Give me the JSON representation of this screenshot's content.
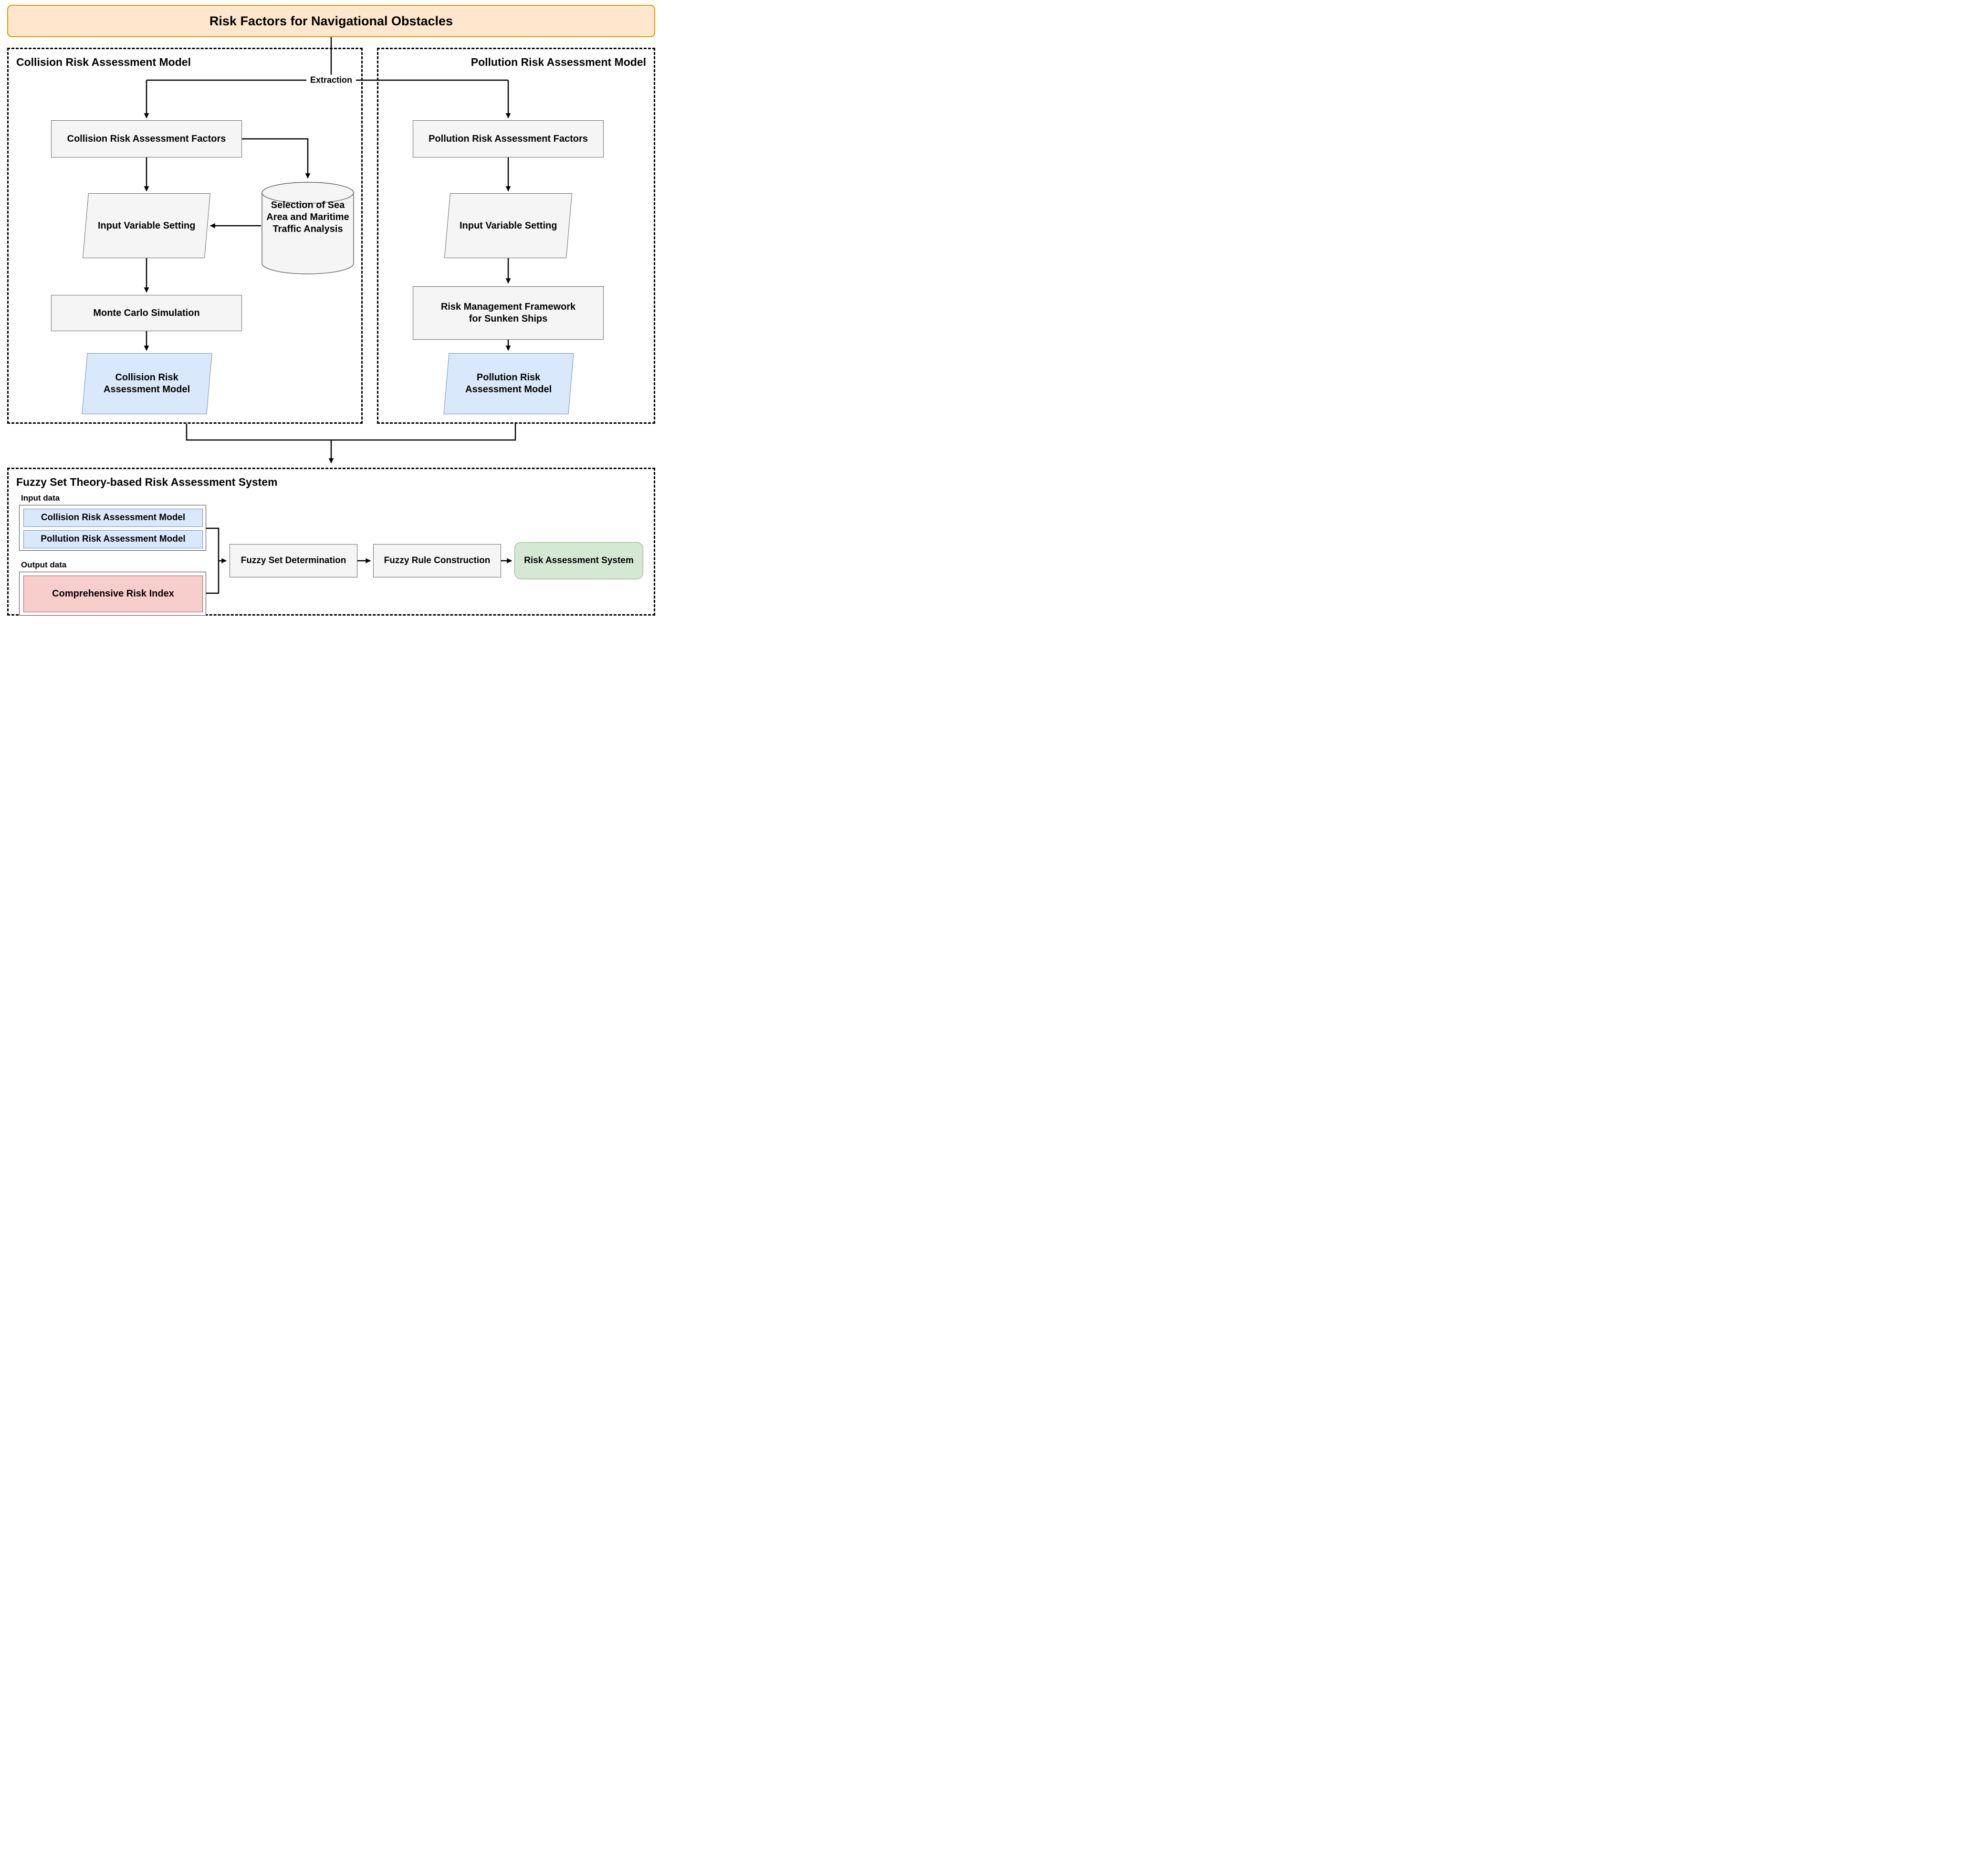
{
  "title": "Risk Factors for Navigational Obstacles",
  "extraction_label": "Extraction",
  "collision": {
    "section_title": "Collision Risk Assessment Model",
    "factors": "Collision Risk Assessment Factors",
    "input_variable": "Input Variable Setting",
    "sea_area": "Selection of Sea\nArea and Maritime\nTraffic Analysis",
    "monte_carlo": "Monte Carlo Simulation",
    "model": "Collision Risk\nAssessment Model"
  },
  "pollution": {
    "section_title": "Pollution Risk Assessment Model",
    "factors": "Pollution Risk Assessment Factors",
    "input_variable": "Input Variable Setting",
    "framework": "Risk Management Framework\nfor Sunken Ships",
    "model": "Pollution Risk\nAssessment Model"
  },
  "fuzzy": {
    "section_title": "Fuzzy Set Theory-based Risk Assessment System",
    "input_label": "Input data",
    "input_items": [
      "Collision Risk Assessment Model",
      "Pollution Risk Assessment Model"
    ],
    "output_label": "Output data",
    "output_item": "Comprehensive Risk Index",
    "steps": [
      "Fuzzy Set Determination",
      "Fuzzy Rule Construction",
      "Risk Assessment System"
    ]
  },
  "colors": {
    "banner_fill": "#FFE6CC",
    "banner_stroke": "#D79B00",
    "node_fill": "#F5F5F5",
    "node_stroke": "#666666",
    "blue_fill": "#DAE8FC",
    "blue_stroke": "#6C8EBF",
    "red_fill": "#F8CECC",
    "red_stroke": "#B85450",
    "green_fill": "#D5E8D4",
    "green_stroke": "#82B366",
    "line": "#000000"
  }
}
